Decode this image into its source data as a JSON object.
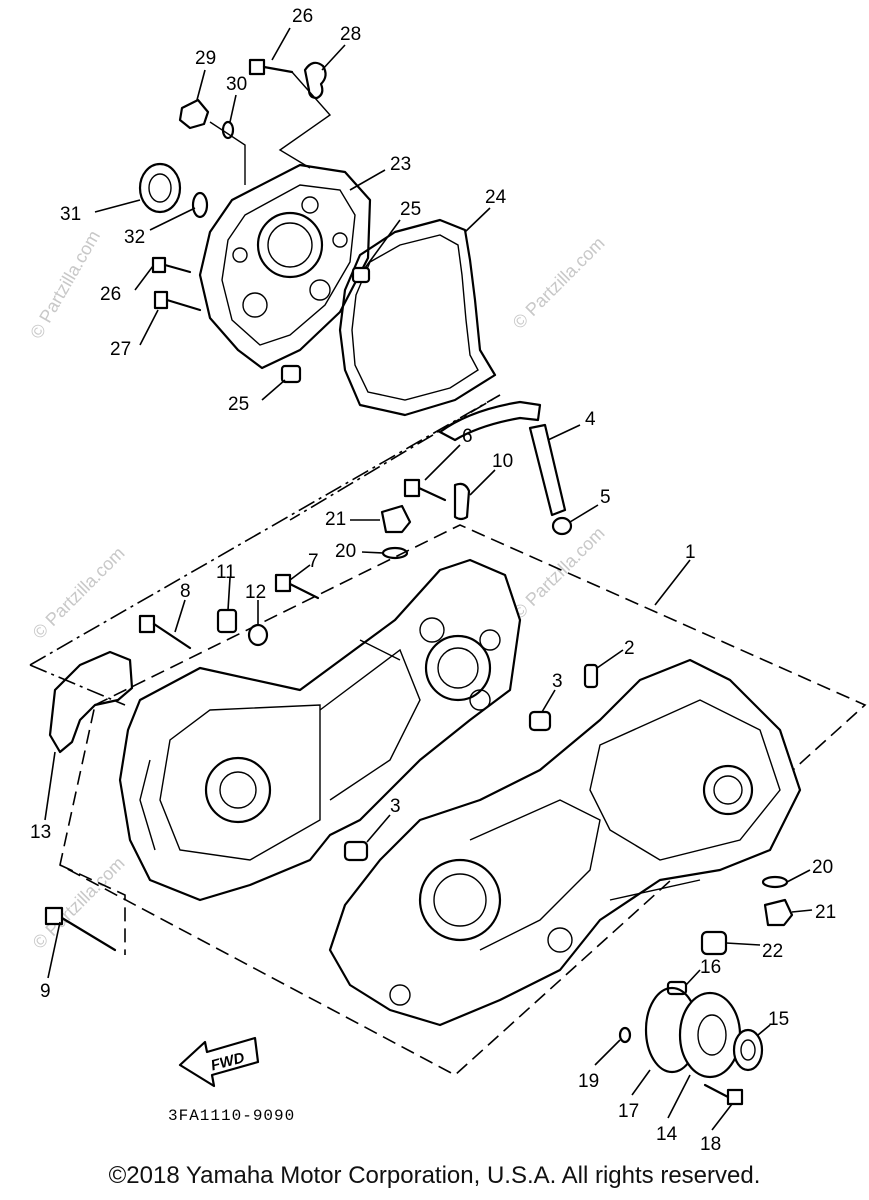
{
  "callouts": {
    "n1": "1",
    "n2": "2",
    "n3a": "3",
    "n3b": "3",
    "n4": "4",
    "n5": "5",
    "n6": "6",
    "n7": "7",
    "n8": "8",
    "n9": "9",
    "n10": "10",
    "n11": "11",
    "n12": "12",
    "n13": "13",
    "n14": "14",
    "n15": "15",
    "n16": "16",
    "n17": "17",
    "n18": "18",
    "n19": "19",
    "n20a": "20",
    "n20b": "20",
    "n21a": "21",
    "n21b": "21",
    "n22": "22",
    "n23": "23",
    "n24": "24",
    "n25a": "25",
    "n25b": "25",
    "n26a": "26",
    "n26b": "26",
    "n27": "27",
    "n28": "28",
    "n29": "29",
    "n30": "30",
    "n31": "31",
    "n32": "32"
  },
  "watermark": "© Partzilla.com",
  "fwd_label": "FWD",
  "diagram_code": "3FA1110-9090",
  "copyright": "©2018 Yamaha Motor Corporation, U.S.A. All rights reserved."
}
